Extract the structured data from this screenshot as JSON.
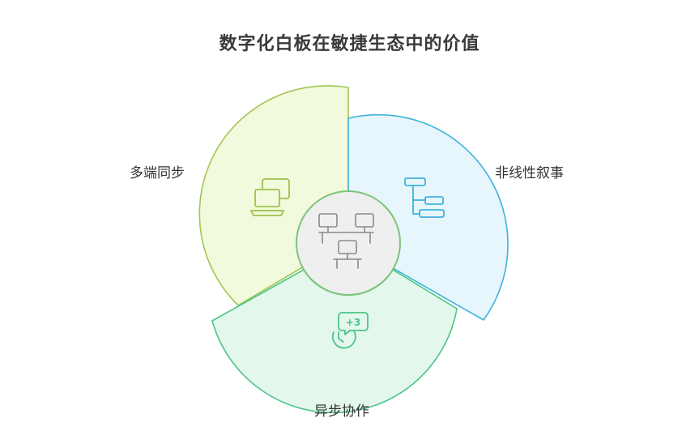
{
  "title": "数字化白板在敏捷生态中的价值",
  "segments": [
    {
      "id": "left",
      "label": "多端同步",
      "icon": "laptop-devices-icon",
      "fill": "#f1fadc",
      "stroke": "#a3c552"
    },
    {
      "id": "right",
      "label": "非线性叙事",
      "icon": "flowchart-icon",
      "fill": "#e6f6fc",
      "stroke": "#3fb3dc"
    },
    {
      "id": "bottom",
      "label": "异步协作",
      "icon": "clock-chat-icon",
      "fill": "#e3f7ec",
      "stroke": "#4cc587"
    }
  ],
  "center": {
    "icon": "connected-monitors-icon",
    "fill": "#efefef",
    "stroke": "#7dc37a"
  },
  "badge_text": "+3"
}
